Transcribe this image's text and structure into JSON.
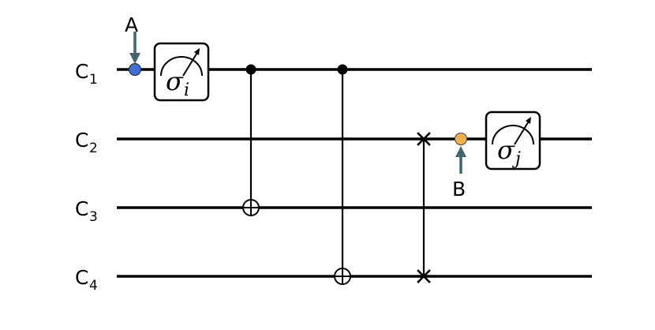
{
  "wires": [
    {
      "label": "C",
      "subscript": "1"
    },
    {
      "label": "C",
      "subscript": "2"
    },
    {
      "label": "C",
      "subscript": "3"
    },
    {
      "label": "C",
      "subscript": "4"
    }
  ],
  "points": {
    "a": {
      "label": "A",
      "color": "#3d6fd6"
    },
    "b": {
      "label": "B",
      "color": "#f5b04a"
    }
  },
  "arrow_color": "#3f6470",
  "measurements": [
    {
      "symbol": "σ",
      "subscript": "i"
    },
    {
      "symbol": "σ",
      "subscript": "j"
    }
  ]
}
